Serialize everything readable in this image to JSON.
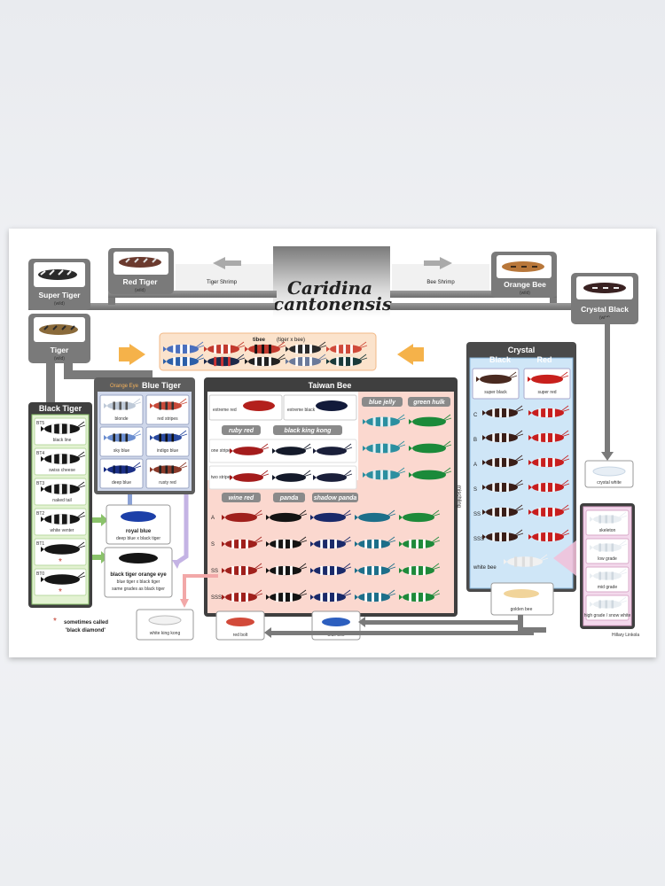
{
  "title_line1": "Caridina",
  "title_line2": "cantonensis",
  "arrow_left_label": "Tiger Shrimp",
  "arrow_right_label": "Bee Shrimp",
  "wild": {
    "super_tiger": "Super Tiger",
    "red_tiger": "Red Tiger",
    "orange_bee": "Orange Bee",
    "crystal_black": "Crystal Black",
    "tiger": "Tiger",
    "wild_tag": "(wild)"
  },
  "tibee": {
    "name": "tibee",
    "sub": "(tiger x bee)"
  },
  "blue_tiger": {
    "prefix": "Orange Eye",
    "title": "Blue Tiger",
    "items": [
      "blonde",
      "red stripes",
      "sky blue",
      "indigo blue",
      "deep blue",
      "rusty red"
    ]
  },
  "black_tiger": {
    "title": "Black Tiger",
    "grades": [
      "BT5",
      "BT4",
      "BT3",
      "BT2",
      "BT1",
      "BT0"
    ],
    "items": [
      "black line",
      "swiss cheese",
      "naked tail",
      "white venter",
      "",
      ""
    ],
    "note_line1": "sometimes called",
    "note_line2": "'black diamond'"
  },
  "royal_blue": {
    "name": "royal blue",
    "sub": "deep blue x black tiger"
  },
  "btoe": {
    "name": "black tiger orange eye",
    "sub1": "blue tiger x black tiger",
    "sub2": "same grades as black tiger"
  },
  "taiwan_bee": {
    "title": "Taiwan Bee",
    "extreme_red": "extreme red",
    "extreme_black": "extreme black",
    "pills": [
      "blue jelly",
      "green hulk",
      "ruby red",
      "black king kong",
      "wine red",
      "panda",
      "shadow panda"
    ],
    "stripes": [
      "one stripe",
      "two stripes"
    ],
    "grades": [
      "A",
      "S",
      "SS",
      "SSS"
    ],
    "misc": "mischling"
  },
  "crystal": {
    "title": "Crystal",
    "black": "Black",
    "red": "Red",
    "super_black": "super black",
    "super_red": "super red",
    "grades": [
      "C",
      "B",
      "A",
      "S",
      "SS",
      "SSS"
    ],
    "white_bee": "white bee",
    "crystal_white": "crystal white",
    "golden_bee": "golden bee"
  },
  "snow": {
    "items": [
      "skeleton",
      "low grade",
      "mid grade",
      "high grade / snow white"
    ]
  },
  "bottom": {
    "white_king_kong": "white king kong",
    "red_bolt": "red bolt",
    "blue_bolt": "blue bolt"
  },
  "credit": "Hillary Linkola"
}
